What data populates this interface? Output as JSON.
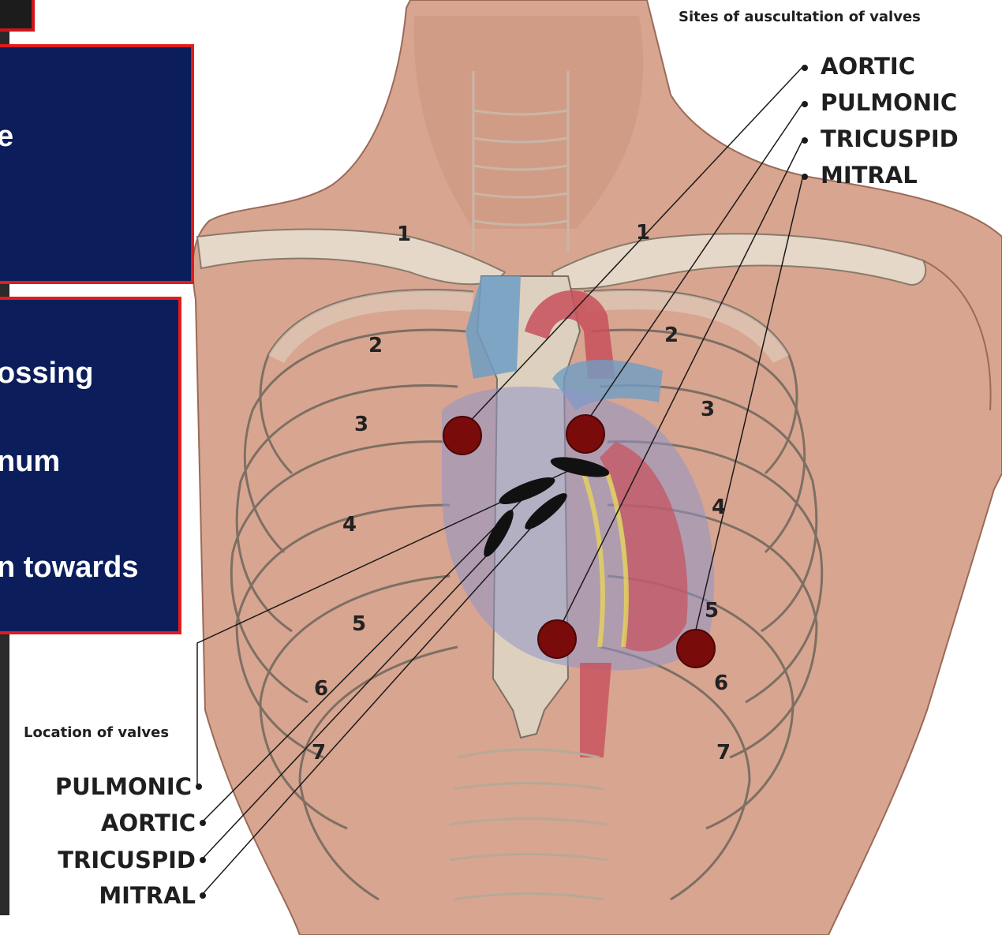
{
  "slide_boxes": {
    "box1_lines": [
      "e"
    ],
    "box2_lines": [
      "ossing",
      "num",
      "n towards"
    ]
  },
  "diagram": {
    "sites_title": "Sites of auscultation of valves",
    "sites_labels": [
      "AORTIC",
      "PULMONIC",
      "TRICUSPID",
      "MITRAL"
    ],
    "location_title": "Location of valves",
    "location_labels": [
      "PULMONIC",
      "AORTIC",
      "TRICUSPID",
      "MITRAL"
    ],
    "rib_numbers": [
      "1",
      "1",
      "2",
      "2",
      "3",
      "3",
      "4",
      "4",
      "5",
      "5",
      "6",
      "6",
      "7",
      "7"
    ],
    "colors": {
      "skin": "#d9a48f",
      "bone": "#e2d6c6",
      "auscultation_dot": "#7a0b0b",
      "valve_marker": "#111111",
      "box_fill": "#0b1e5b",
      "box_border": "#e21b1b"
    }
  }
}
